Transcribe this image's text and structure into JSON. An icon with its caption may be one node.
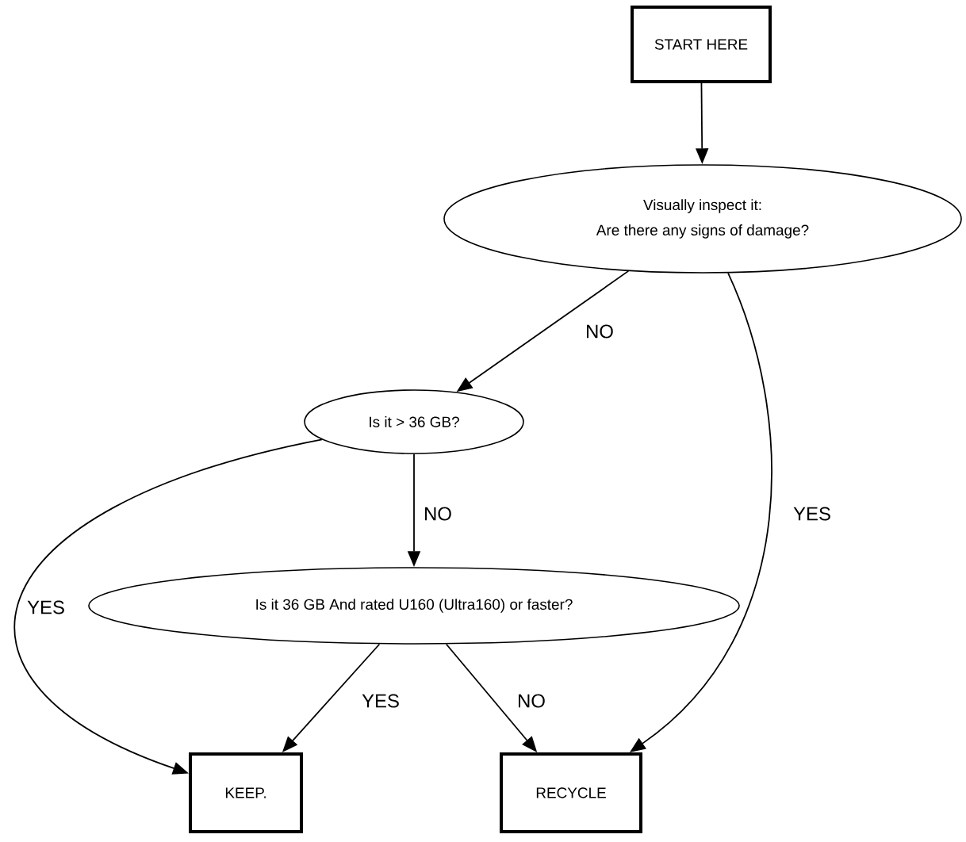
{
  "diagram": {
    "nodes": [
      {
        "text": [
          "START HERE"
        ]
      },
      {
        "text": [
          "Visually inspect it:",
          "Are there any signs of damage?"
        ]
      },
      {
        "text": [
          "Is it > 36 GB?"
        ]
      },
      {
        "text": [
          "Is it 36 GB And rated U160 (Ultra160) or faster?"
        ]
      },
      {
        "text": [
          "KEEP."
        ]
      },
      {
        "text": [
          "RECYCLE"
        ]
      }
    ],
    "edges": [
      {
        "from": 0,
        "to": 1,
        "arrow": "to"
      },
      {
        "from": 1,
        "to": 2,
        "arrow": "to",
        "label": "NO"
      },
      {
        "from": 1,
        "to": 5,
        "arrow": "to",
        "label": "YES"
      },
      {
        "from": 2,
        "to": 4,
        "arrow": "to",
        "label": "YES"
      },
      {
        "from": 2,
        "to": 3,
        "arrow": "to",
        "label": "NO"
      },
      {
        "from": 3,
        "to": 4,
        "arrow": "to",
        "label": "YES"
      },
      {
        "from": 3,
        "to": 5,
        "arrow": "to",
        "label": "NO"
      }
    ]
  }
}
